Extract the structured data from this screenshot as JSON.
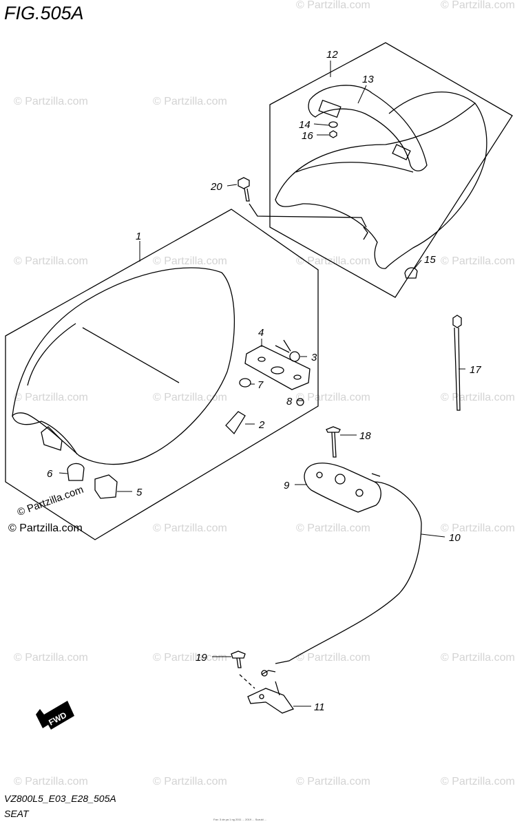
{
  "figure": {
    "title": "FIG.505A"
  },
  "footer": {
    "model_code": "VZ800L5_E03_E28_505A",
    "section_name": "SEAT"
  },
  "watermark": {
    "text": "© Partzilla.com"
  },
  "fwd_label": "FWD",
  "small_print": "Fax: 3 de ya 1 ng 2011 ... 2019 ... Suzuki ...",
  "parts": [
    {
      "num": "1"
    },
    {
      "num": "2"
    },
    {
      "num": "3"
    },
    {
      "num": "4"
    },
    {
      "num": "5"
    },
    {
      "num": "6"
    },
    {
      "num": "7"
    },
    {
      "num": "8"
    },
    {
      "num": "9"
    },
    {
      "num": "10"
    },
    {
      "num": "11"
    },
    {
      "num": "12"
    },
    {
      "num": "13"
    },
    {
      "num": "14"
    },
    {
      "num": "15"
    },
    {
      "num": "16"
    },
    {
      "num": "17"
    },
    {
      "num": "18"
    },
    {
      "num": "19"
    },
    {
      "num": "20"
    }
  ],
  "colors": {
    "line": "#000000",
    "watermark": "#d3d3d3",
    "background": "#ffffff"
  }
}
